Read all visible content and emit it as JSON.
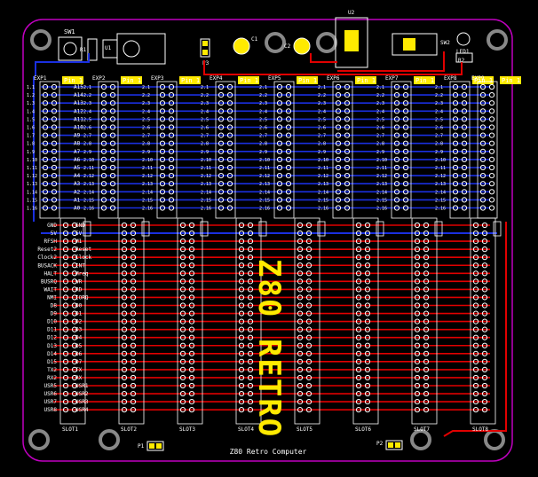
{
  "board": {
    "title": "Z80 Retro Computer",
    "colors": {
      "background": "#000000",
      "outline": "#c000c0",
      "silk": "#ffffff",
      "copper_top": "#e00000",
      "copper_bottom": "#1a2fe0",
      "pad": "#ffea00"
    }
  },
  "components": {
    "sw1": "SW1",
    "r1": "R1",
    "u1": "U1",
    "p3": "P3",
    "c1": "C1",
    "c2": "C2",
    "u2": "U2",
    "sw2": "SW2",
    "led1": "LED1",
    "r2": "R2",
    "p1": "P1",
    "p2": "P2"
  },
  "expansion": [
    "EXP1",
    "EXP2",
    "EXP3",
    "EXP4",
    "EXP5",
    "EXP6",
    "EXP7",
    "EXP8",
    "EXP9"
  ],
  "pin1_label": "Pin 1",
  "slots": [
    "SLOT1",
    "SLOT2",
    "SLOT3",
    "SLOT4",
    "SLOT5",
    "SLOT6",
    "SLOT7",
    "SLOT8"
  ],
  "exp1_pins": [
    "1.1",
    "1.2",
    "1.3",
    "1.4",
    "1.5",
    "1.6",
    "1.7",
    "1.8",
    "1.9",
    "1.10",
    "1.11",
    "1.12",
    "1.13",
    "1.14",
    "1.15",
    "1.16"
  ],
  "exp_pins": [
    "2.1",
    "2.2",
    "2.3",
    "2.4",
    "2.5",
    "2.6",
    "2.7",
    "2.8",
    "2.9",
    "2.10",
    "2.11",
    "2.12",
    "2.13",
    "2.14",
    "2.15",
    "2.16"
  ],
  "address_lines": [
    "A15",
    "A14",
    "A13",
    "A12",
    "A11",
    "A10",
    "A9",
    "A8",
    "A7",
    "A6",
    "A5",
    "A4",
    "A3",
    "A2",
    "A1",
    "A0"
  ],
  "left_signals": [
    "GND",
    "5V",
    "RFSH",
    "Reset2",
    "Clock2",
    "BUSACK",
    "HALT",
    "BUSRQ",
    "WAIT",
    "NMI",
    "D8",
    "D9",
    "D10",
    "D11",
    "D12",
    "D13",
    "D14",
    "D15",
    "TX2",
    "RX2",
    "USR5",
    "USR6",
    "USR7",
    "USR8"
  ],
  "right_signals": [
    "GND",
    "5V",
    "M1",
    "Reset",
    "Clock",
    "INT",
    "Mreq",
    "WR",
    "RD",
    "IORQ",
    "D0",
    "D1",
    "D2",
    "D3",
    "D4",
    "D5",
    "D6",
    "D7",
    "TX",
    "RX",
    "USR1",
    "USR2",
    "USR3",
    "USR4"
  ],
  "logo_text": "Z80 RETRO"
}
